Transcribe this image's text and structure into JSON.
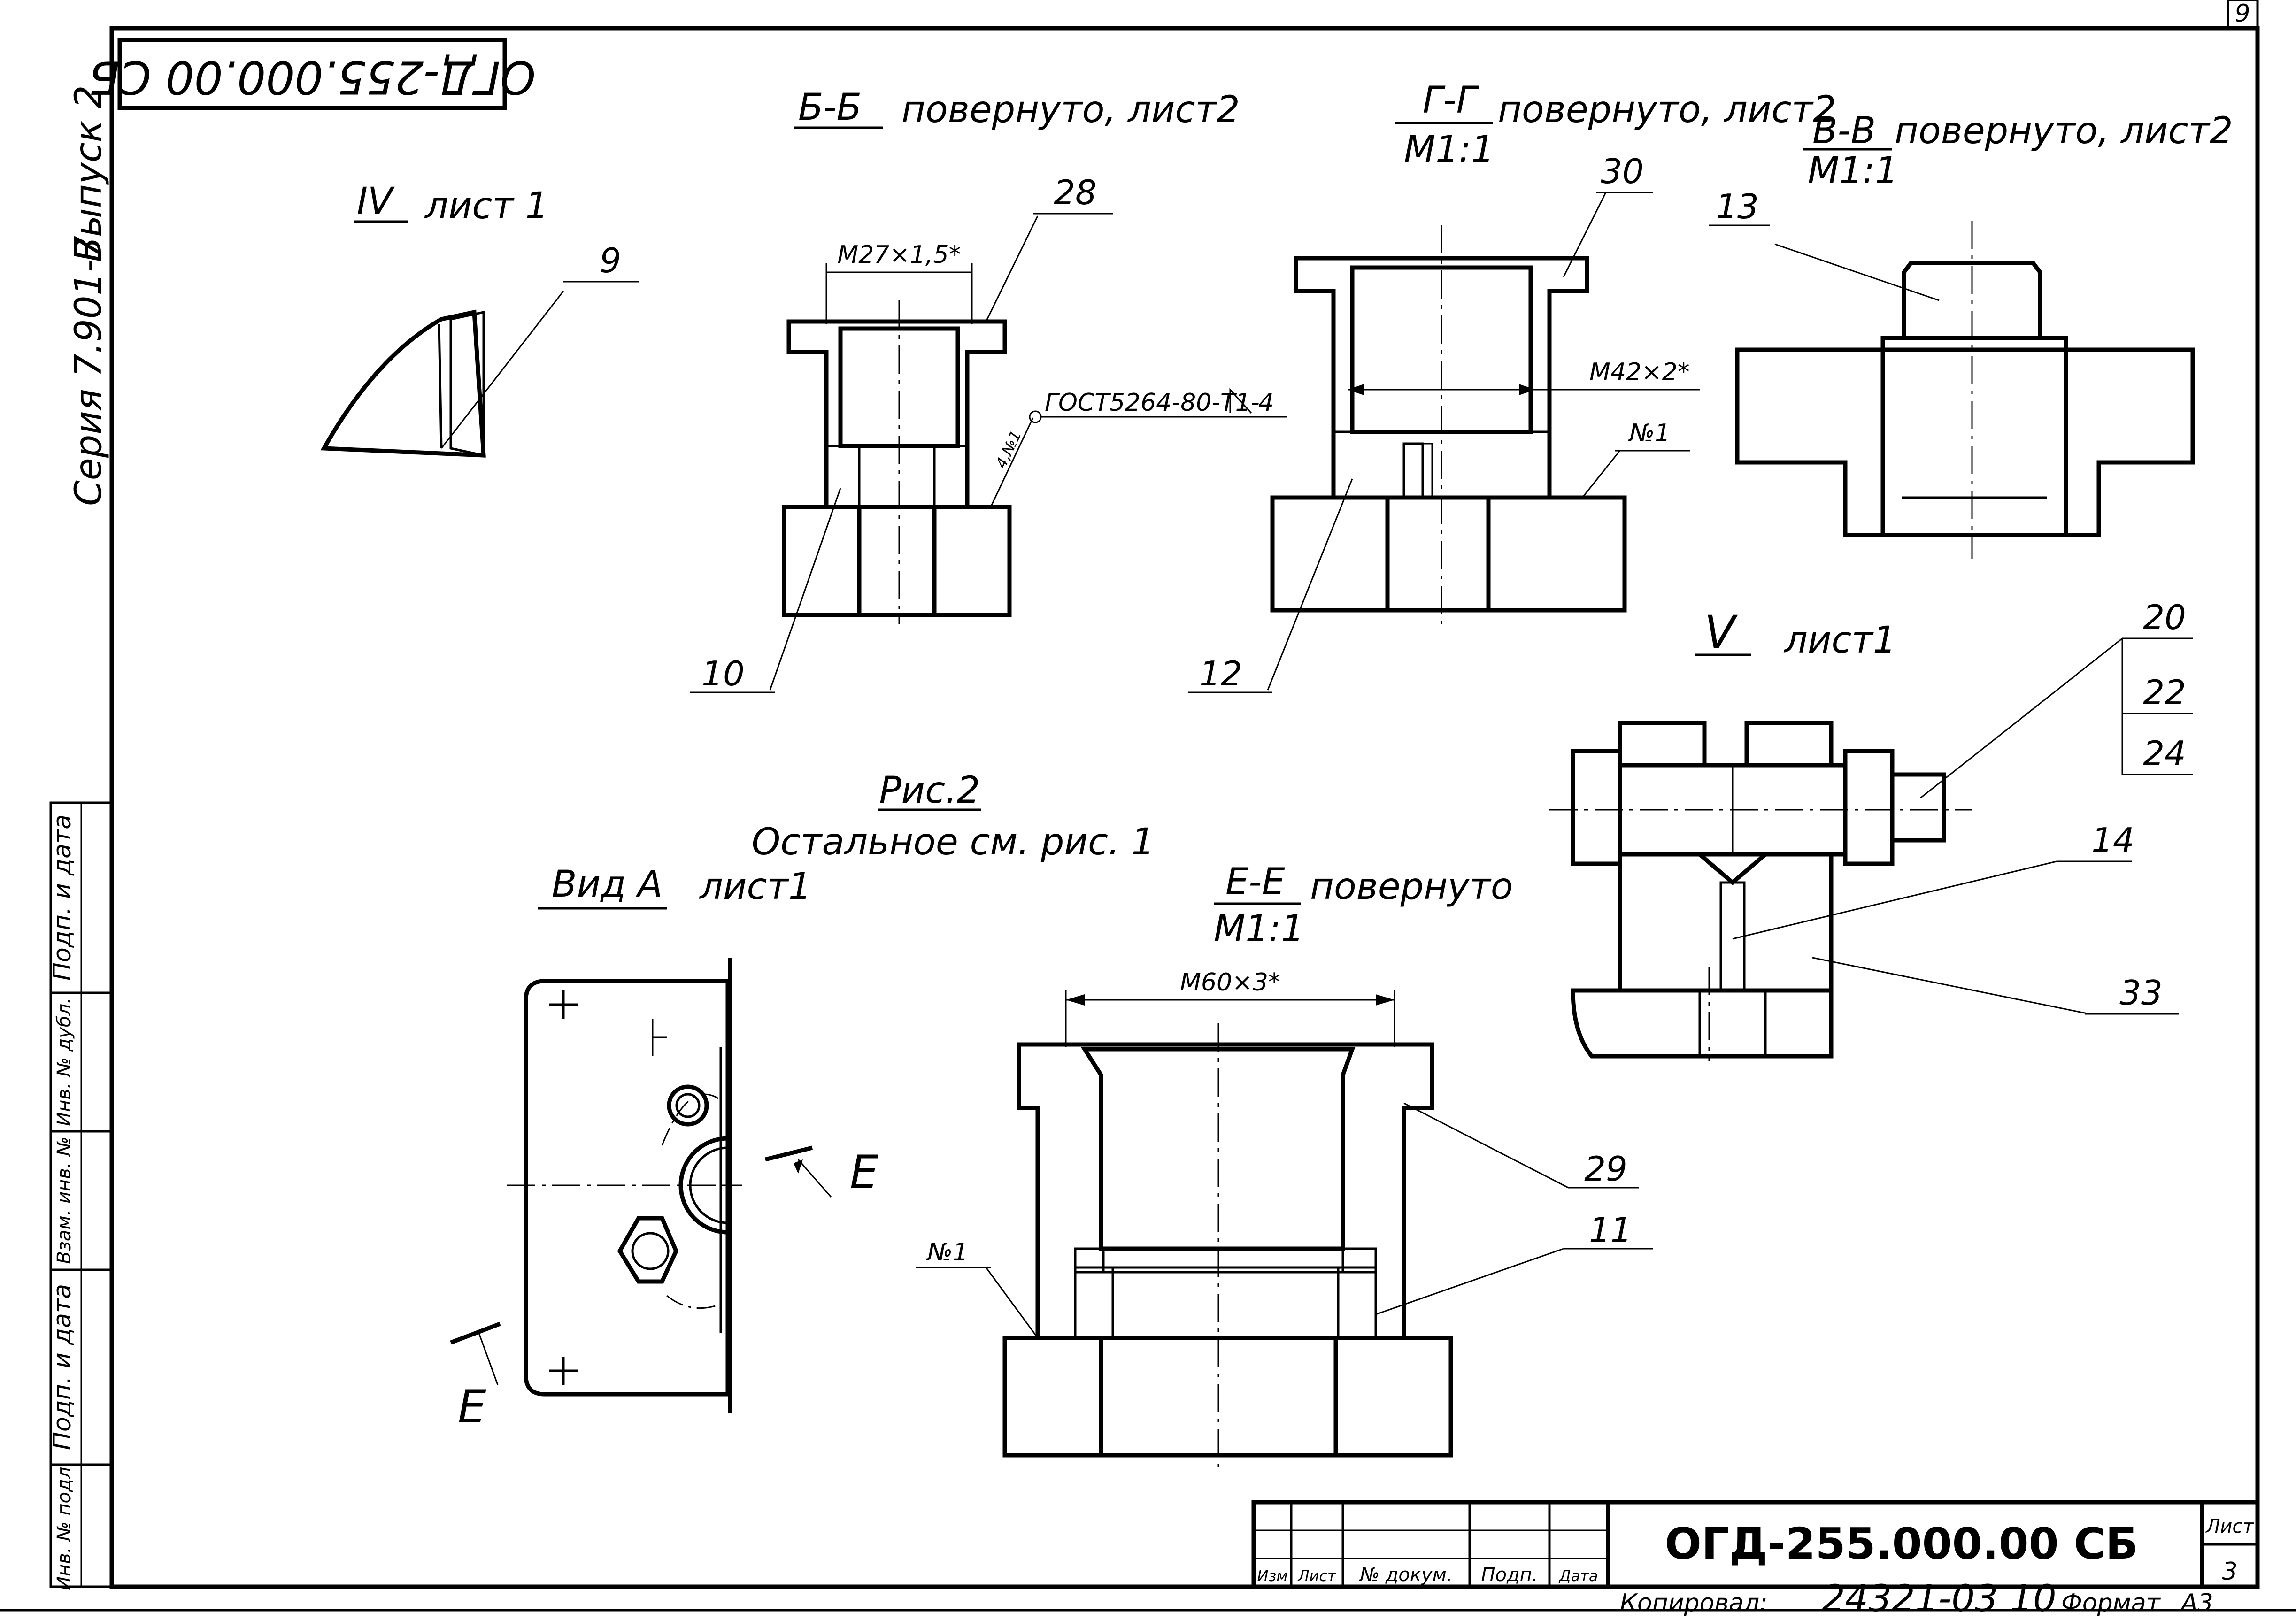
{
  "sheet_number": "9",
  "stamp_code": "ОГД-255.000.00 СБ",
  "left_strip": {
    "vypusk": "Выпуск 2",
    "seriya": "Серия 7.901-7"
  },
  "side_table": [
    "Подп. и дата",
    "Инв. № дубл.",
    "Взам. инв. №",
    "Подп. и дата",
    "Инв. № подл."
  ],
  "views": {
    "iv": {
      "mark": "IV",
      "ref": "лист 1"
    },
    "bb": {
      "title": "Б-Б",
      "note": "повернуто, лист2",
      "dim": "М27×1,5*",
      "weld": "ГОСТ5264-80-Т1-",
      "weld_leg": "4",
      "weld_size": "4,№1"
    },
    "gg": {
      "title": "Г-Г",
      "scale": "М1:1",
      "note": "повернуто, лист2",
      "dim": "М42×2*",
      "n1": "№1"
    },
    "vv": {
      "title": "В-В",
      "scale": "М1:1",
      "note": "повернуто, лист2"
    },
    "v5": {
      "mark": "V",
      "ref": "лист1"
    },
    "fig": {
      "title": "Рис.2",
      "note": "Остальное см. рис. 1"
    },
    "vida": {
      "title": "Вид А",
      "ref": "лист1",
      "sec": "Е"
    },
    "ee": {
      "title": "Е-Е",
      "scale": "М1:1",
      "note": "повернуто",
      "dim": "М60×3*",
      "n1": "№1"
    }
  },
  "positions": {
    "p9": "9",
    "p28": "28",
    "p10": "10",
    "p30": "30",
    "p12": "12",
    "p13": "13",
    "p20": "20",
    "p22": "22",
    "p24": "24",
    "p14": "14",
    "p33": "33",
    "p29": "29",
    "p11": "11"
  },
  "title_block": {
    "col_izm": "Изм",
    "col_list": "Лист",
    "col_doc": "№ докум.",
    "col_sign": "Подп.",
    "col_date": "Дата",
    "designation": "ОГД-255.000.00 СБ",
    "sheet_label": "Лист",
    "sheet_value": "3",
    "copied_label": "Копировал:",
    "inv": "24321-03 10",
    "format_label": "Формат",
    "format_value": "А3"
  }
}
